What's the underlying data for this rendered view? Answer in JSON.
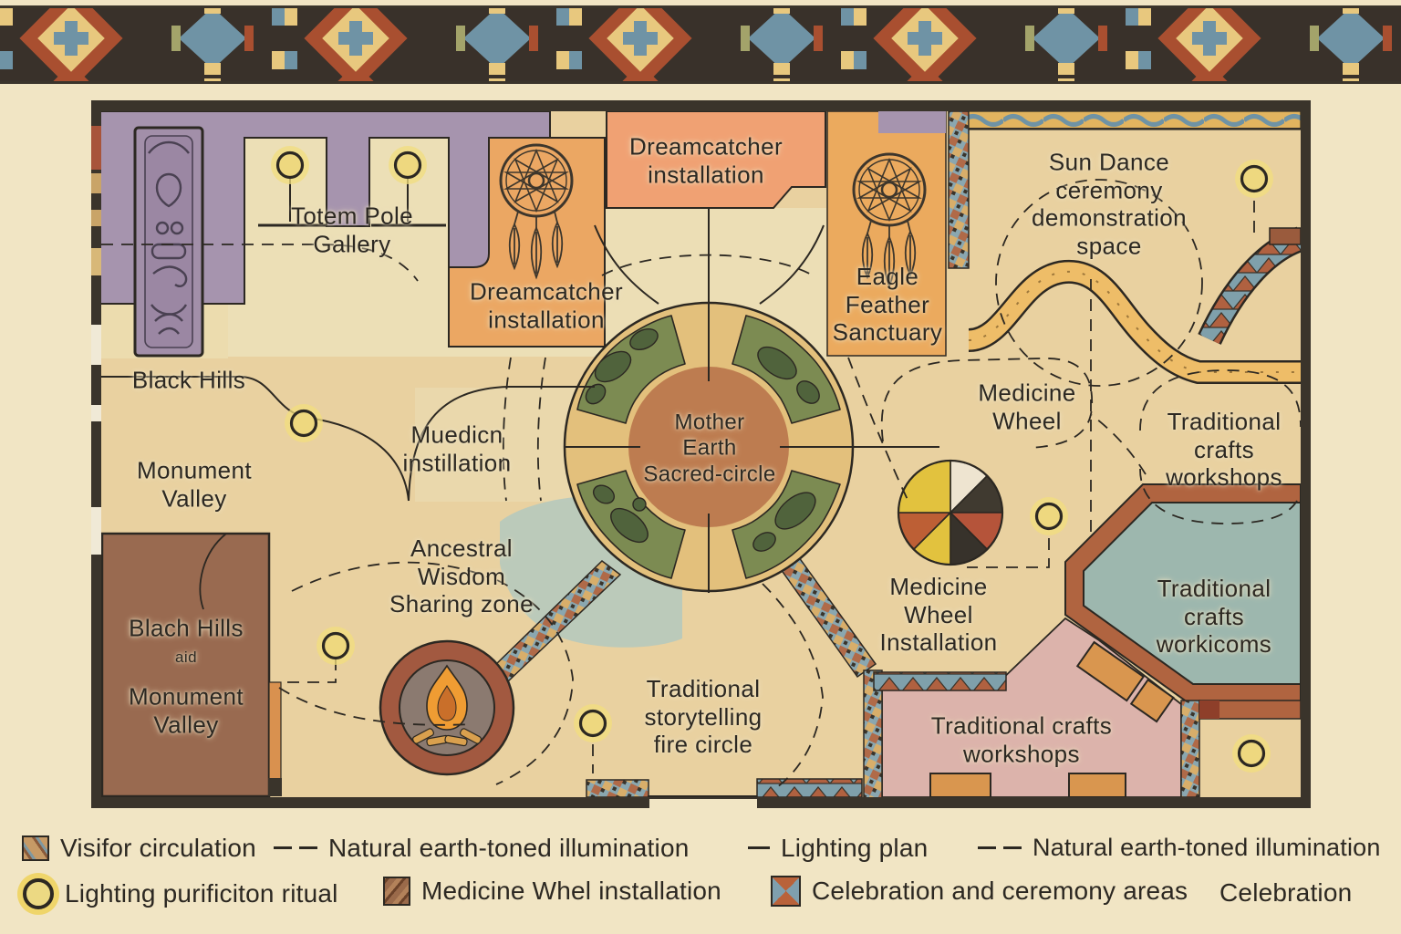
{
  "palette": {
    "page": "#f1e5c4",
    "ink": "#2c2822",
    "wall": "#3a342b",
    "mapTan": "#e9d1a0",
    "cream": "#ece0b8",
    "purple": "#a694ae",
    "orange": "#eba763",
    "salmon": "#f0a173",
    "eagleOrange": "#ebaa5e",
    "brown": "#996a50",
    "pink": "#dcb3ab",
    "blueHex": "#9db7ae",
    "bluePatch": "#b6c9bd",
    "ringTan": "#e3c07c",
    "innerEarth": "#bd7c50",
    "green": "#7c8b52",
    "greenDark": "#50633c",
    "gold": "#eebd68",
    "rust": "#b06440",
    "blue": "#7fa0ab",
    "glow": "#f2de7d",
    "lightYellow": "#eed87f",
    "fireRing": "#a25940",
    "fireInner": "#8b7a70",
    "flame": "#ef9c33",
    "flameCore": "#c96f2a",
    "table": "#d9964f"
  },
  "map": {
    "labels": {
      "totem_gallery": "Totem Pole\nGallery",
      "dreamcatcher_top": "Dreamcatcher\ninstallation",
      "dreamcatcher_left": "Dreamcatcher\ninstallation",
      "eagle_sanctuary": "Eagle\nFeather\nSanctuary",
      "sun_dance": "Sun Dance\nceremony\ndemonstration\nspace",
      "black_hills": "Black Hills",
      "monument_valley": "Monument\nValley",
      "medicine_installation": "Muedicn\ninstillation",
      "mother_earth": "Mother\nEarth\nSacred-circle",
      "medicine_wheel": "Medicine\nWheel",
      "crafts_workshops_right": "Traditional\ncrafts\nworkshops",
      "ancestral_wisdom": "Ancestral\nWisdom\nSharing zone",
      "blach_hills_line": "Blach Hills",
      "blach_hills_mid": "aid",
      "blach_hills_rest": "Monument\nValley",
      "medicine_wheel_installation": "Medicine\nWheel\nInstallation",
      "storytelling": "Traditional\nstorytelling\nfire circle",
      "crafts_workshops_pink": "Traditional crafts\nworkshops",
      "crafts_workrooms_blue": "Traditional\ncrafts\nworkicoms"
    }
  },
  "legend": {
    "row1": [
      {
        "symbol": "visitor-swatch",
        "label": "Visifor circulation"
      },
      {
        "symbol": "double-dash",
        "label": "Natural earth-toned illumination"
      },
      {
        "symbol": "single-dash",
        "label": "Lighting plan"
      },
      {
        "symbol": "double-dash",
        "label": "Natural earth-toned illumination"
      }
    ],
    "row2": [
      {
        "symbol": "light-ring",
        "label": "Lighting purificiton ritual"
      },
      {
        "symbol": "medicine-swatch",
        "label": "Medicine Whel installation"
      },
      {
        "symbol": "celebration-swatch",
        "label": "Celebration and ceremony areas"
      },
      {
        "symbol": "none",
        "label": "Celebration"
      }
    ]
  }
}
